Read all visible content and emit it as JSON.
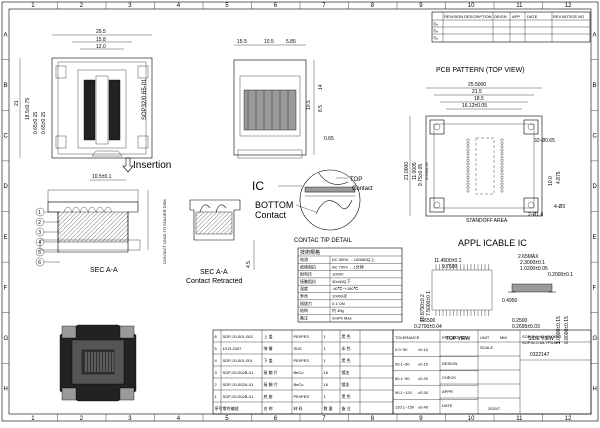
{
  "frame": {
    "columns": [
      "1",
      "2",
      "3",
      "4",
      "5",
      "6",
      "7",
      "8",
      "9",
      "10",
      "11",
      "12"
    ],
    "rows": [
      "A",
      "B",
      "C",
      "D",
      "E",
      "F",
      "G",
      "H"
    ]
  },
  "revision_table": {
    "headers": [
      "REVISION DESCRIPTION",
      "DEIGN",
      "APP",
      "DATE",
      "REV.NOTICE.NO"
    ]
  },
  "top_view": {
    "dims": [
      "29.5",
      "15.8",
      "12.0",
      "21",
      "18.5±0.75",
      "0.65±0.15",
      "0.65±0.15"
    ],
    "label": "SOP32/0.65-01"
  },
  "side_view": {
    "dims": [
      "15.5",
      "10.5",
      "5.85",
      "14",
      "8.5",
      "10.5",
      "0.65"
    ]
  },
  "insertion": {
    "label": "Insertion"
  },
  "sec_aa": {
    "label": "SEC A-A",
    "dims": [
      "10.5±0.1"
    ],
    "callouts": [
      "1",
      "2",
      "3",
      "4",
      "5",
      "6"
    ],
    "note": "CONTACT LEAD TO SOLDER DISK"
  },
  "sec_aa_retracted": {
    "label1": "SEC A-A",
    "label2": "Contact Retracted",
    "dims": [
      "4.5"
    ]
  },
  "contact_tip": {
    "ic": "IC",
    "top": "TOP",
    "top_contact": "Contact",
    "bottom": "BOTTOM",
    "bottom_contact": "Contact",
    "title": "CONTAC TIP DETAIL"
  },
  "pcb_pattern": {
    "title": "PCB PATTERN (TOP VIEW)",
    "dims": [
      "25.5000",
      "21.5",
      "18.5",
      "16.12±0.05",
      "21.0000",
      "11.0005",
      "9.75±0.05",
      "0.65±0.05",
      "10.0",
      "4.875",
      "32-Ø0.65",
      "2-Ø1.6",
      "4-Ø3"
    ],
    "standoff": "STANDOFF AREA"
  },
  "applicable_ic": {
    "title": "APPL ICABLE IC",
    "dims": [
      "2.65MAX",
      "11.4500±0.1",
      "2.3000±0.1",
      "9.7500",
      "1.0200±0.05",
      "0.2000±0.1",
      "10.8750±0.2",
      "7.5000±0.1",
      "0.4950",
      "0.6500",
      "0.2700±0.04",
      "0.2500",
      "0.2695±0.03",
      "1.0000±0.15",
      "0.8000±0.15"
    ],
    "top_view": "TOP VIEW",
    "side_view": "SIDE VIEW"
  },
  "spec_table": {
    "title": "技術規格",
    "rows": [
      [
        "电流",
        "DC 500V ... 100MΩ以上"
      ],
      [
        "绝缘阻抗",
        "AC 700V ... 1分钟"
      ],
      [
        "耐电压",
        "1000V"
      ],
      [
        "接触阻抗",
        "30mΩ以下"
      ],
      [
        "温度",
        "-40℃~+150℃"
      ],
      [
        "寿命",
        "10000次"
      ],
      [
        "插拔力",
        "0.1 ON"
      ],
      [
        "结构",
        "约 30g"
      ],
      [
        "备注",
        "Sn/Pb Max"
      ]
    ]
  },
  "parts_table": {
    "rows": [
      [
        "6",
        "SOP-20-001-002",
        "上 盖",
        "PEI/PES",
        "1",
        "黑 色"
      ],
      [
        "5",
        "10-R-2007",
        "弹 簧",
        "SUS",
        "1",
        "本 色"
      ],
      [
        "4",
        "SOP-20-001-001",
        "下 盖",
        "PEI/PES",
        "1",
        "黑 色"
      ],
      [
        "3",
        "SOP-20-002B-01",
        "接 触 片",
        "BeCu",
        "16",
        "镀金"
      ],
      [
        "2",
        "SOP-20-002A-01",
        "接 触 片",
        "BeCu",
        "16",
        "镀金"
      ],
      [
        "1",
        "SOP-20-002B-01",
        "底 座",
        "PEI/PES",
        "1",
        "黑 色"
      ]
    ],
    "header": [
      "序号",
      "零件编號",
      "名 称",
      "材 料",
      "数 量",
      "备 注"
    ]
  },
  "title_block": {
    "tolerance": "TOLERANCE",
    "projection": "PROJECTION",
    "tol_rows": [
      "0.0~30",
      "30.1~60",
      "60.1~90",
      "90.1~120",
      "120.1~150"
    ],
    "tol_vals": [
      "±0.10",
      "±0.15",
      "±0.20",
      "±0.30",
      "±0.40"
    ],
    "fields": [
      "DESIGN",
      "CHECK",
      "APPR",
      "DATE"
    ],
    "scale_label": "SCALE",
    "unit_label": "UNIT",
    "unit": "MM",
    "title": "SOP32-0.65 SOCKET",
    "title2": "SOP32-0.65-TPDJET",
    "drw_no": "0322147",
    "date": "2020/7"
  }
}
